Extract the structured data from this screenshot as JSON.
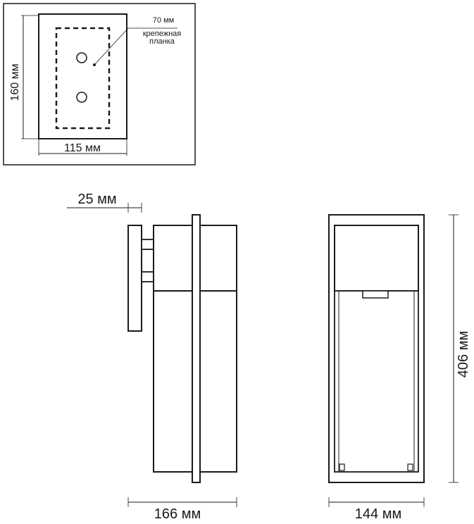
{
  "mount_plate": {
    "height_label": "160 мм",
    "width_label": "115 мм",
    "spacing_label": "70 мм",
    "bracket_label_line1": "крепежная",
    "bracket_label_line2": "планка"
  },
  "side_view": {
    "wall_offset_label": "25 мм",
    "depth_label": "166 мм"
  },
  "front_view": {
    "height_label": "406 мм",
    "width_label": "144 мм"
  }
}
